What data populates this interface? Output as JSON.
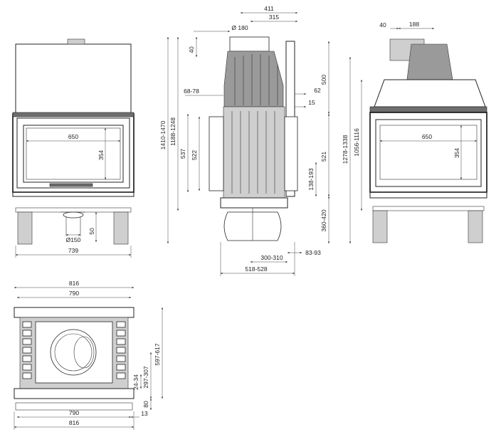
{
  "front_view": {
    "glass_width": "650",
    "glass_height": "354",
    "flue_diameter": "Ø150",
    "overall_width": "739",
    "leg_offset": "50"
  },
  "side_view": {
    "top_depth": "411",
    "flue_offset": "315",
    "collar_diameter": "Ø 180",
    "collar_height": "40",
    "overall_height": "1410-1470",
    "mid_height": "1188-1248",
    "inset": "68-78",
    "body_height": "537",
    "door_height": "522",
    "hood_height": "500",
    "hood_offset": "62",
    "hood_small": "15",
    "lower_height": "521",
    "base_gap": "138-193",
    "leg_height": "360-420",
    "base_depth_small": "83-93",
    "base_depth": "300-310",
    "overall_depth": "518-528"
  },
  "rear_view": {
    "collar_offset": "40",
    "collar_width": "188",
    "glass_width": "650",
    "glass_height": "354",
    "overall_height": "1278-1338",
    "body_height": "1056-1116"
  },
  "plan_view": {
    "top_width_outer": "816",
    "top_width_inner": "790",
    "depth": "597-617",
    "offset_a": "297-307",
    "offset_b": "24-34",
    "frame_depth": "80",
    "bottom_width_inner": "790",
    "bottom_offset": "13",
    "bottom_width_outer": "816"
  }
}
